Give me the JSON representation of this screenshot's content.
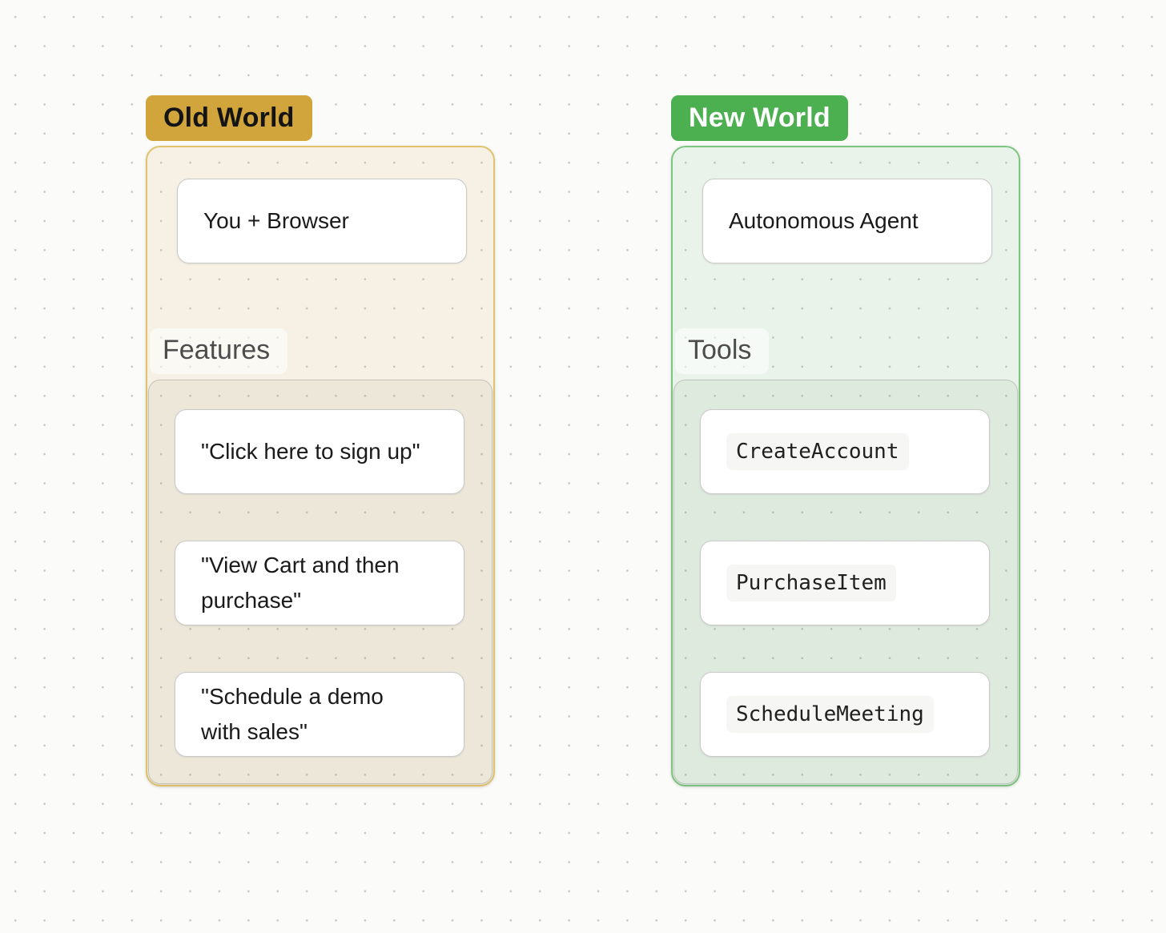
{
  "diagram": {
    "old_world": {
      "title": "Old World",
      "title_bg": "#d1a43c",
      "frame_border": "#e2c26c",
      "agent_label": "You + Browser",
      "section_label": "Features",
      "items": [
        "\"Click here to sign up\"",
        "\"View Cart and then purchase\"",
        "\"Schedule a demo with sales\""
      ]
    },
    "new_world": {
      "title": "New World",
      "title_bg": "#4caf50",
      "frame_border": "#7cc57f",
      "agent_label": "Autonomous Agent",
      "section_label": "Tools",
      "items": [
        "CreateAccount",
        "PurchaseItem",
        "ScheduleMeeting"
      ]
    }
  }
}
